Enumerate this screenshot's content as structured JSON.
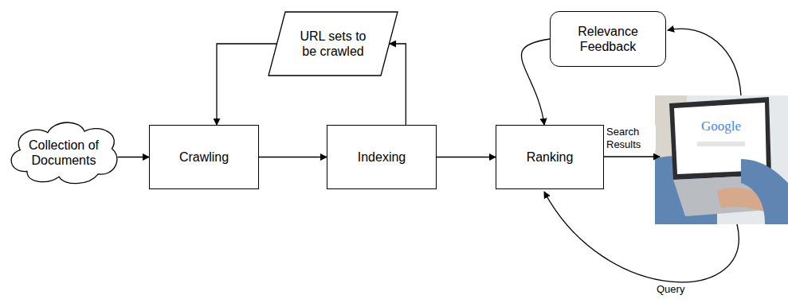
{
  "diagram": {
    "nodes": [
      {
        "text": [
          "Collection of Documents"
        ]
      },
      {
        "text": [
          "URL sets to be crawled"
        ]
      },
      {
        "text": [
          "Relevance Feedback"
        ]
      },
      {
        "text": [
          "Crawling"
        ]
      },
      {
        "text": [
          "Indexing"
        ]
      },
      {
        "text": [
          "Ranking"
        ]
      }
    ],
    "edges": [
      {
        "from": 0,
        "to": 3,
        "arrow": "to"
      },
      {
        "from": 3,
        "to": 4,
        "arrow": "to"
      },
      {
        "from": 4,
        "to": 1,
        "arrow": "to"
      },
      {
        "from": 1,
        "to": 3,
        "arrow": "to"
      },
      {
        "from": 4,
        "to": 5,
        "arrow": "to"
      },
      {
        "from": 2,
        "to": 5,
        "arrow": "to"
      }
    ],
    "labels": [
      "Search Results",
      "Query",
      "Google"
    ]
  }
}
